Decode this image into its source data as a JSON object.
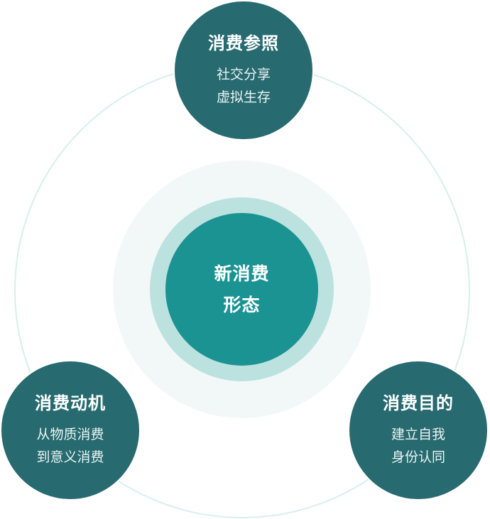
{
  "center": {
    "line1": "新消费",
    "line2": "形态"
  },
  "nodes": {
    "top": {
      "title": "消费参照",
      "lines": [
        "社交分享",
        "虚拟生存"
      ]
    },
    "left": {
      "title": "消费动机",
      "lines": [
        "从物质消费",
        "到意义消费"
      ]
    },
    "right": {
      "title": "消费目的",
      "lines": [
        "建立自我",
        "身份认同"
      ]
    }
  },
  "colors": {
    "node": "#276a70",
    "core": "#1b9393",
    "halo_ring": "#bce2df",
    "halo_outer": "#f2f8f8",
    "orbit": "#d8efec"
  }
}
